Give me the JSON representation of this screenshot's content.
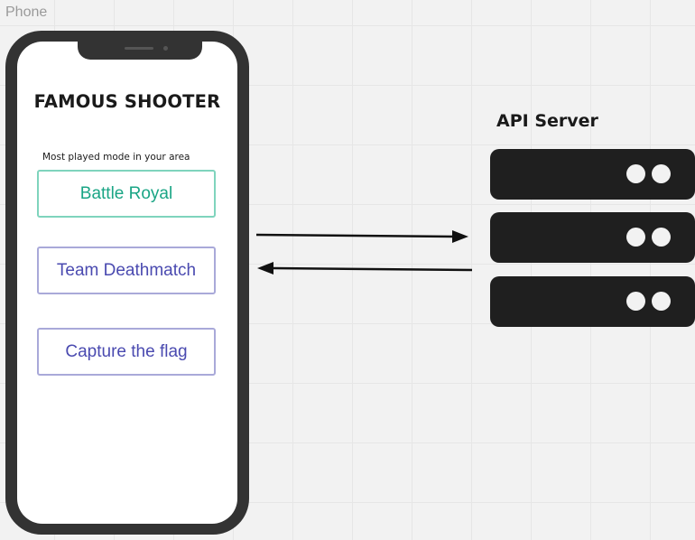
{
  "frame_label": "Phone",
  "phone": {
    "app_title": "FAMOUS SHOOTER",
    "subtitle": "Most played mode in your area",
    "modes": [
      {
        "label": "Battle Royal",
        "active": true
      },
      {
        "label": "Team Deathmatch",
        "active": false
      },
      {
        "label": "Capture the flag",
        "active": false
      }
    ]
  },
  "server": {
    "label": "API Server",
    "units": 3
  },
  "colors": {
    "background": "#f2f2f2",
    "phone_body": "#333333",
    "server_body": "#1f1f1f",
    "active_mode": "#1aa585",
    "mode_text": "#4a4ab0"
  }
}
